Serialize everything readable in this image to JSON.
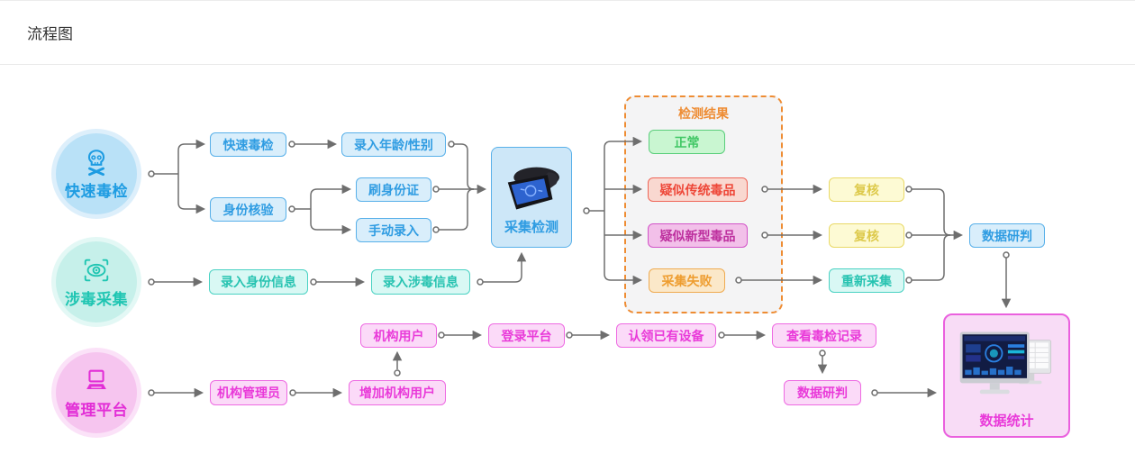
{
  "header": {
    "title": "流程图"
  },
  "lanes": {
    "quick_test": {
      "label": "快速毒检",
      "icon": "skull-crossbones-icon"
    },
    "drug_collection": {
      "label": "涉毒采集",
      "icon": "eye-scan-icon"
    },
    "management_platform": {
      "label": "管理平台",
      "icon": "computer-icon"
    }
  },
  "group": {
    "title": "检测结果"
  },
  "nodes": {
    "quick_test": "快速毒检",
    "identity_check": "身份核验",
    "enter_age_gender": "录入年龄/性别",
    "swipe_id_card": "刷身份证",
    "manual_entry": "手动录入",
    "collect_detect": "采集检测",
    "normal": "正常",
    "suspected_traditional": "疑似传统毒品",
    "suspected_new_type": "疑似新型毒品",
    "collection_failed": "采集失败",
    "review_1": "复核",
    "review_2": "复核",
    "recollect": "重新采集",
    "data_analysis_blue": "数据研判",
    "enter_identity_info": "录入身份信息",
    "enter_drug_info": "录入涉毒信息",
    "org_user": "机构用户",
    "login_platform": "登录平台",
    "claim_device": "认领已有设备",
    "view_test_records": "查看毒检记录",
    "org_admin": "机构管理员",
    "add_org_user": "增加机构用户",
    "data_analysis_magenta": "数据研判",
    "data_statistics": "数据统计"
  },
  "colors": {
    "blue": "#2f9ce2",
    "cyan": "#27c3b1",
    "green": "#41c765",
    "red": "#ee4738",
    "magenta": "#bd2f9e",
    "orange": "#ee9d30",
    "yellow": "#ddc94a",
    "pink": "#e93ad9",
    "group_accent": "#ee8c33",
    "connector_line": "#6e6e6e"
  }
}
